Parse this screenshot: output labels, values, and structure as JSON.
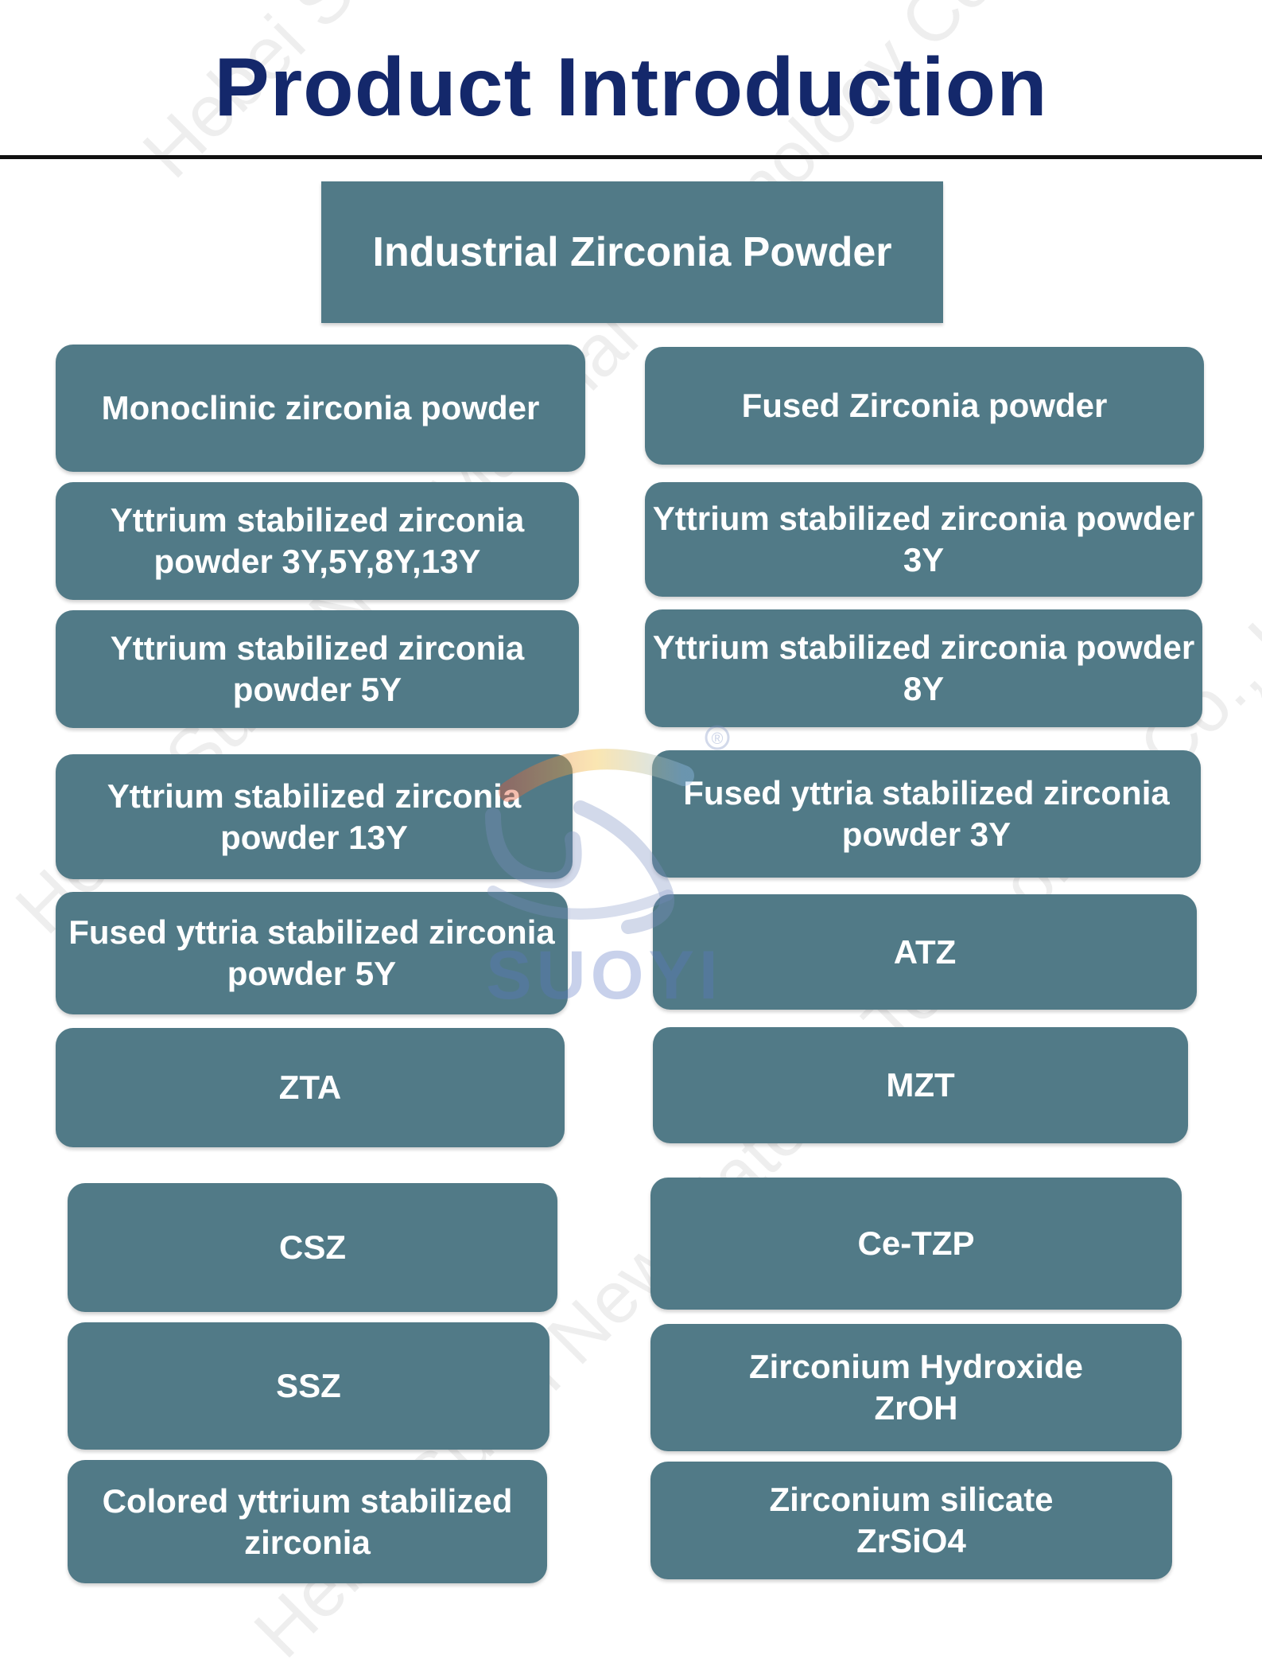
{
  "title": "Product Introduction",
  "root": "Industrial Zirconia Powder",
  "watermark": "Hebei Suoyi New Material Technology Co., Ltd.",
  "logo_text": "SUOYI",
  "logo_mark": "®",
  "left_items": [
    "Monoclinic zirconia powder",
    "Yttrium stabilized zirconia\npowder 3Y,5Y,8Y,13Y",
    "Yttrium stabilized zirconia\npowder 5Y",
    "Yttrium stabilized zirconia\npowder 13Y",
    "Fused yttria stabilized zirconia\npowder 5Y",
    "ZTA",
    "CSZ",
    "SSZ",
    "Colored yttrium stabilized\nzirconia"
  ],
  "right_items": [
    "Fused Zirconia powder",
    "Yttrium stabilized zirconia powder\n3Y",
    "Yttrium stabilized zirconia powder\n8Y",
    "Fused yttria stabilized zirconia\npowder 3Y",
    "ATZ",
    "MZT",
    "Ce-TZP",
    "Zirconium Hydroxide\nZrOH",
    "Zirconium silicate\nZrSiO4"
  ],
  "colors": {
    "title": "#14286b",
    "card": "#517a87",
    "card_text": "#ffffff"
  }
}
